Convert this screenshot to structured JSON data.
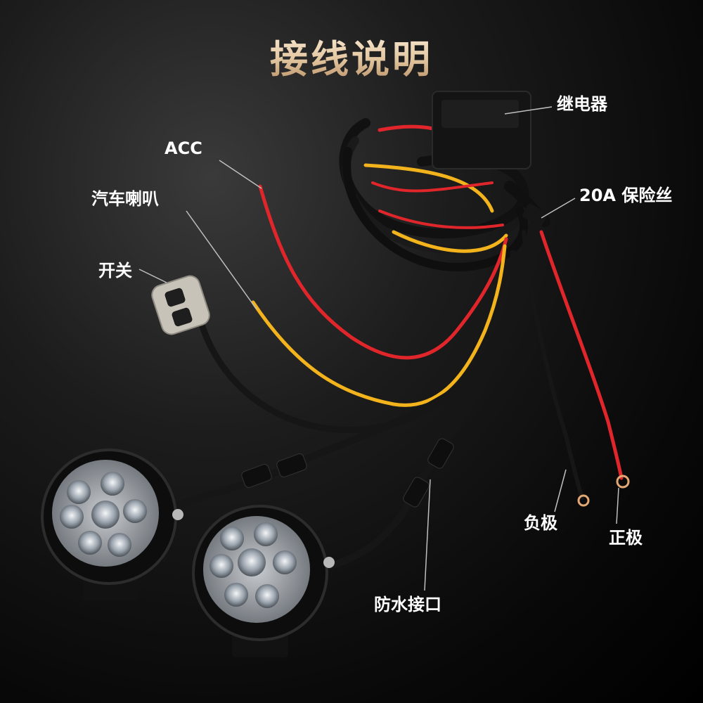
{
  "title": "接线说明",
  "labels": {
    "relay": "继电器",
    "acc": "ACC",
    "fuse": "20A 保险丝",
    "horn": "汽车喇叭",
    "switch": "开关",
    "negative": "负极",
    "positive": "正极",
    "waterproof": "防水接口"
  },
  "colors": {
    "red_wire": "#e0262b",
    "yellow_wire": "#f2b31c",
    "black_wire": "#141414",
    "title_gold": "#e3c7a1",
    "label_text": "#ffffff"
  }
}
